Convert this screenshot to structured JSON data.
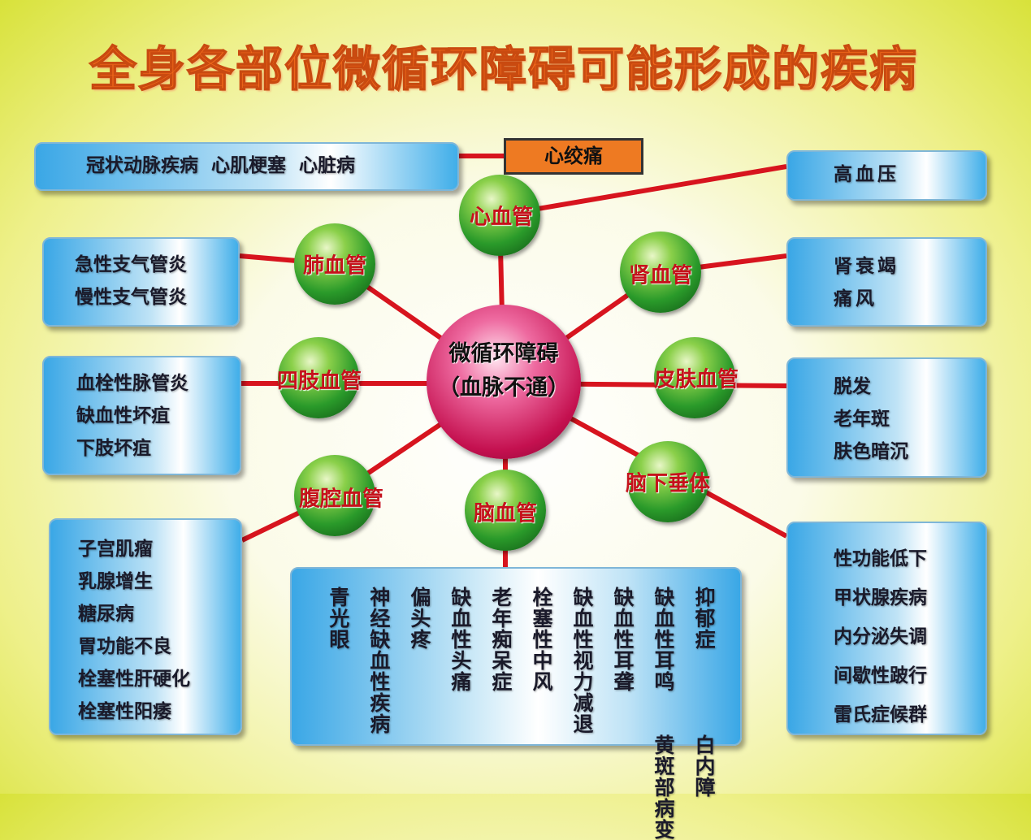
{
  "title": "全身各部位微循环障碍可能形成的疾病",
  "center": {
    "line1": "微循环障碍",
    "line2": "（血脉不通）"
  },
  "nodes": {
    "heart": "心血管",
    "lung": "肺血管",
    "kidney": "肾血管",
    "limbs": "四肢血管",
    "skin": "皮肤血管",
    "abdomen": "腹腔血管",
    "brain": "脑血管",
    "pituitary": "脑下垂体"
  },
  "angina": "心绞痛",
  "heart_diseases": "冠状动脉疾病  心肌梗塞  心脏病",
  "hypertension": "高血压",
  "lung_diseases": [
    "急性支气管炎",
    "慢性支气管炎"
  ],
  "kidney_diseases": [
    "肾衰竭",
    "痛风"
  ],
  "limb_diseases": [
    "血栓性脉管炎",
    "缺血性坏疽",
    "下肢坏疽"
  ],
  "skin_diseases": [
    "脱发",
    "老年斑",
    "肤色暗沉"
  ],
  "abdomen_diseases": [
    "子宫肌瘤",
    "乳腺增生",
    "糖尿病",
    "胃功能不良",
    "栓塞性肝硬化",
    "栓塞性阳痿"
  ],
  "brain_diseases": [
    "黄斑部病变",
    "白内障",
    "青光眼",
    "神经缺血性疾病",
    "偏头疼",
    "缺血性头痛",
    "老年痴呆症",
    "栓塞性中风",
    "缺血性视力减退",
    "缺血性耳聋",
    "缺血性耳鸣",
    "抑郁症"
  ],
  "pituitary_diseases": [
    "性功能低下",
    "甲状腺疾病",
    "内分泌失调",
    "间歇性跛行",
    "雷氏症候群"
  ],
  "colors": {
    "line": "#d7141e",
    "title": "#f26a1b",
    "box": "#3aa7e6"
  }
}
